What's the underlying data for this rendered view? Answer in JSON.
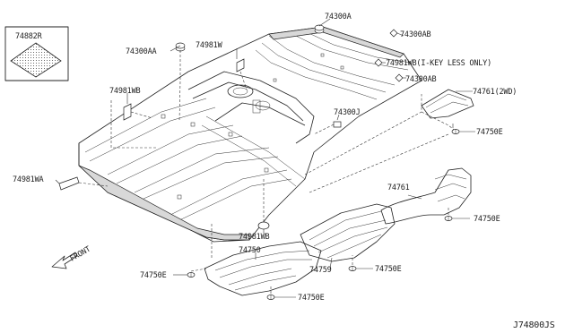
{
  "diagram": {
    "labels": {
      "inset": "74882R",
      "p74300A": "74300A",
      "p74300AB_top": "74300AB",
      "p74300AA": "74300AA",
      "p74981W": "74981W",
      "p74981WB_key": "74981WB(I-KEY LESS ONLY)",
      "p74300AB_mid": "74300AB",
      "p74761_2wd": "74761(2WD)",
      "p74981WB_left": "74981WB",
      "p74300J": "74300J",
      "p74750E_right_top": "74750E",
      "p74981WA": "74981WA",
      "p74761": "74761",
      "p74750E_right_mid": "74750E",
      "p74981WB_bottom": "74981WB",
      "p74750": "74750",
      "p74759": "74759",
      "p74750E_left": "74750E",
      "p74750E_mid": "74750E",
      "p74750E_bottom": "74750E",
      "front": "FRONT",
      "code": "J74800JS"
    }
  }
}
